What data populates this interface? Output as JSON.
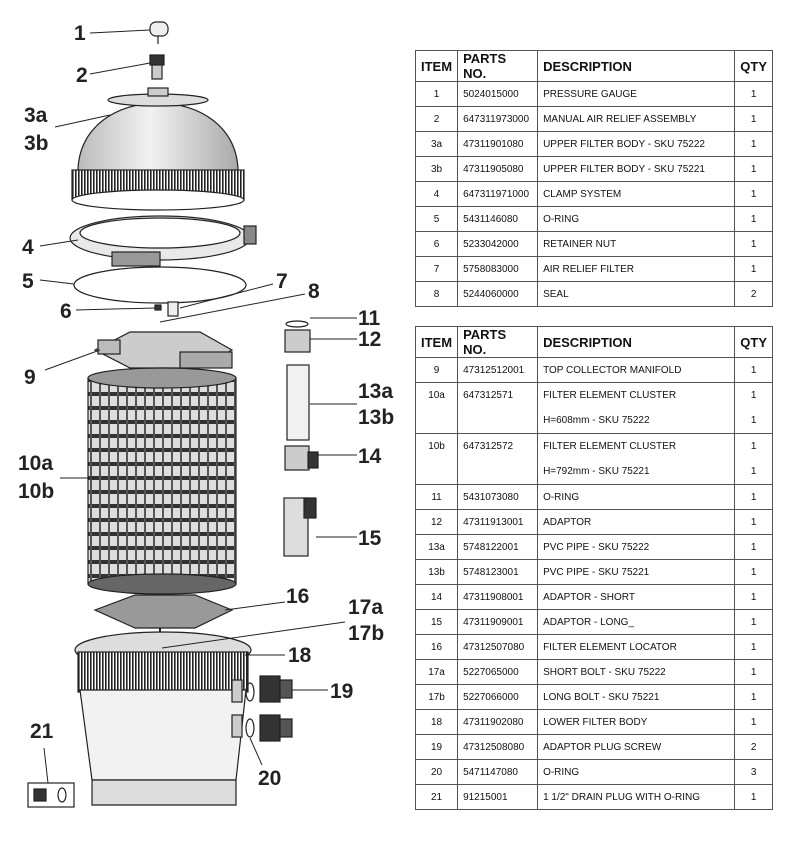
{
  "callouts": [
    "1",
    "2",
    "3a",
    "3b",
    "4",
    "5",
    "6",
    "7",
    "8",
    "9",
    "10a",
    "10b",
    "11",
    "12",
    "13a",
    "13b",
    "14",
    "15",
    "16",
    "17a",
    "17b",
    "18",
    "19",
    "20",
    "21"
  ],
  "table_headers": {
    "item": "ITEM",
    "parts_no": "PARTS NO.",
    "description": "DESCRIPTION",
    "qty": "QTY"
  },
  "table1": [
    {
      "item": "1",
      "parts_no": "5024015000",
      "description": "PRESSURE GAUGE",
      "qty": "1"
    },
    {
      "item": "2",
      "parts_no": "647311973000",
      "description": "MANUAL AIR RELIEF ASSEMBLY",
      "qty": "1"
    },
    {
      "item": "3a",
      "parts_no": "47311901080",
      "description": "UPPER FILTER BODY - SKU 75222",
      "qty": "1"
    },
    {
      "item": "3b",
      "parts_no": "47311905080",
      "description": "UPPER FILTER BODY - SKU 75221",
      "qty": "1"
    },
    {
      "item": "4",
      "parts_no": "647311971000",
      "description": "CLAMP SYSTEM",
      "qty": "1"
    },
    {
      "item": "5",
      "parts_no": "5431146080",
      "description": "O-RING",
      "qty": "1"
    },
    {
      "item": "6",
      "parts_no": "5233042000",
      "description": "RETAINER NUT",
      "qty": "1"
    },
    {
      "item": "7",
      "parts_no": "5758083000",
      "description": "AIR RELIEF FILTER",
      "qty": "1"
    },
    {
      "item": "8",
      "parts_no": "5244060000",
      "description": "SEAL",
      "qty": "2"
    }
  ],
  "table2": {
    "r9": {
      "item": "9",
      "parts_no": "47312512001",
      "description": "TOP COLLECTOR MANIFOLD",
      "qty": "1"
    },
    "r10a": {
      "item": "10a",
      "parts_no": "647312571",
      "desc1": "FILTER ELEMENT CLUSTER",
      "desc2": "H=608mm - SKU 75222",
      "qty1": "1",
      "qty2": "1"
    },
    "r10b": {
      "item": "10b",
      "parts_no": "647312572",
      "desc1": "FILTER ELEMENT CLUSTER",
      "desc2": "H=792mm - SKU 75221",
      "qty1": "1",
      "qty2": "1"
    },
    "rows": [
      {
        "item": "11",
        "parts_no": "5431073080",
        "description": "O-RING",
        "qty": "1"
      },
      {
        "item": "12",
        "parts_no": "47311913001",
        "description": "ADAPTOR",
        "qty": "1"
      },
      {
        "item": "13a",
        "parts_no": "5748122001",
        "description": "PVC PIPE - SKU 75222",
        "qty": "1"
      },
      {
        "item": "13b",
        "parts_no": "5748123001",
        "description": "PVC PIPE - SKU 75221",
        "qty": "1"
      },
      {
        "item": "14",
        "parts_no": "47311908001",
        "description": "ADAPTOR - SHORT",
        "qty": "1"
      },
      {
        "item": "15",
        "parts_no": "47311909001",
        "description": "ADAPTOR - LONG_",
        "qty": "1"
      },
      {
        "item": "16",
        "parts_no": "47312507080",
        "description": "FILTER ELEMENT LOCATOR",
        "qty": "1"
      },
      {
        "item": "17a",
        "parts_no": "5227065000",
        "description": "SHORT BOLT - SKU 75222",
        "qty": "1"
      },
      {
        "item": "17b",
        "parts_no": "5227066000",
        "description": "LONG BOLT - SKU 75221",
        "qty": "1"
      },
      {
        "item": "18",
        "parts_no": "47311902080",
        "description": "LOWER FILTER BODY",
        "qty": "1"
      },
      {
        "item": "19",
        "parts_no": "47312508080",
        "description": "ADAPTOR PLUG SCREW",
        "qty": "2"
      },
      {
        "item": "20",
        "parts_no": "5471147080",
        "description": "O-RING",
        "qty": "3"
      },
      {
        "item": "21",
        "parts_no": "91215001",
        "description": "1 1/2\" DRAIN PLUG WITH O-RING",
        "qty": "1"
      }
    ]
  }
}
